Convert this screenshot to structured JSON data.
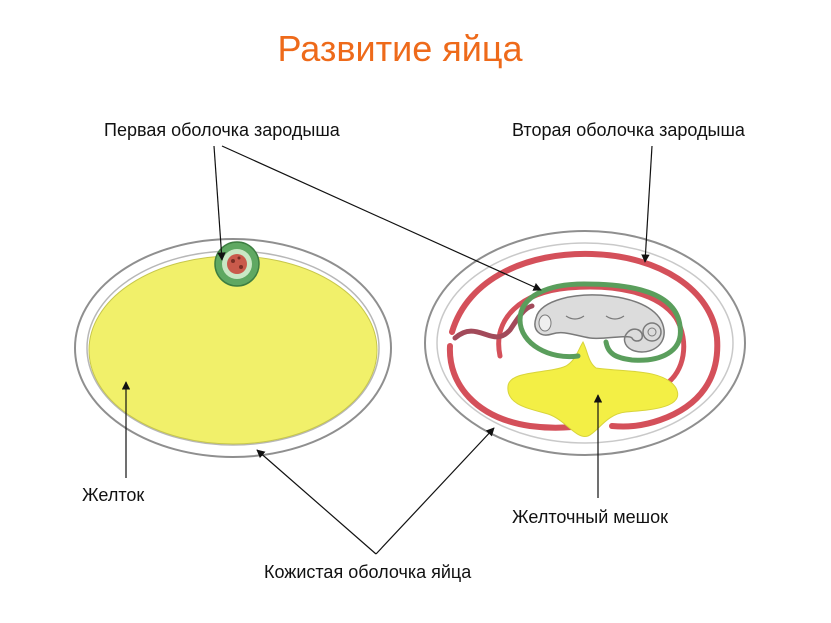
{
  "title": "Развитие яйца",
  "labels": {
    "first_membrane": "Первая оболочка зародыша",
    "second_membrane": "Вторая оболочка зародыша",
    "yolk": "Желток",
    "yolk_sac": "Желточный мешок",
    "leathery_shell": "Кожистая оболочка яйца"
  },
  "colors": {
    "title": "#ee6a1a",
    "yolk": "#f1f06a",
    "shell_outline": "#9a9a9a",
    "first_membrane": "#5a9e5c",
    "second_membrane": "#d4505a",
    "embryo": "#d9d9d9"
  }
}
